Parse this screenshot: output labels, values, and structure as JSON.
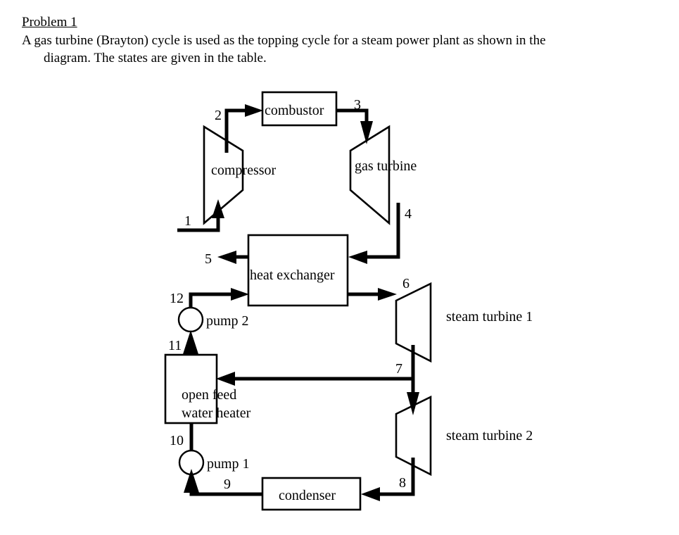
{
  "problem": {
    "heading": "Problem 1",
    "statement_line1": "A gas turbine (Brayton) cycle is used as the topping cycle for a steam power plant as shown in the",
    "statement_line2": "diagram.  The states are given in the table."
  },
  "diagram": {
    "components": {
      "combustor": "combustor",
      "compressor": "compressor",
      "gas_turbine": "gas turbine",
      "heat_exchanger": "heat exchanger",
      "steam_turbine_1": "steam turbine 1",
      "steam_turbine_2": "steam turbine 2",
      "open_feed_water_heater_line1": "open feed",
      "open_feed_water_heater_line2": "water heater",
      "pump_1": "pump 1",
      "pump_2": "pump 2",
      "condenser": "condenser"
    },
    "state_labels": {
      "s1": "1",
      "s2": "2",
      "s3": "3",
      "s4": "4",
      "s5": "5",
      "s6": "6",
      "s7": "7",
      "s8": "8",
      "s9": "9",
      "s10": "10",
      "s11": "11",
      "s12": "12"
    },
    "colors": {
      "line": "#000000",
      "fill": "#ffffff",
      "background": "#ffffff"
    }
  }
}
